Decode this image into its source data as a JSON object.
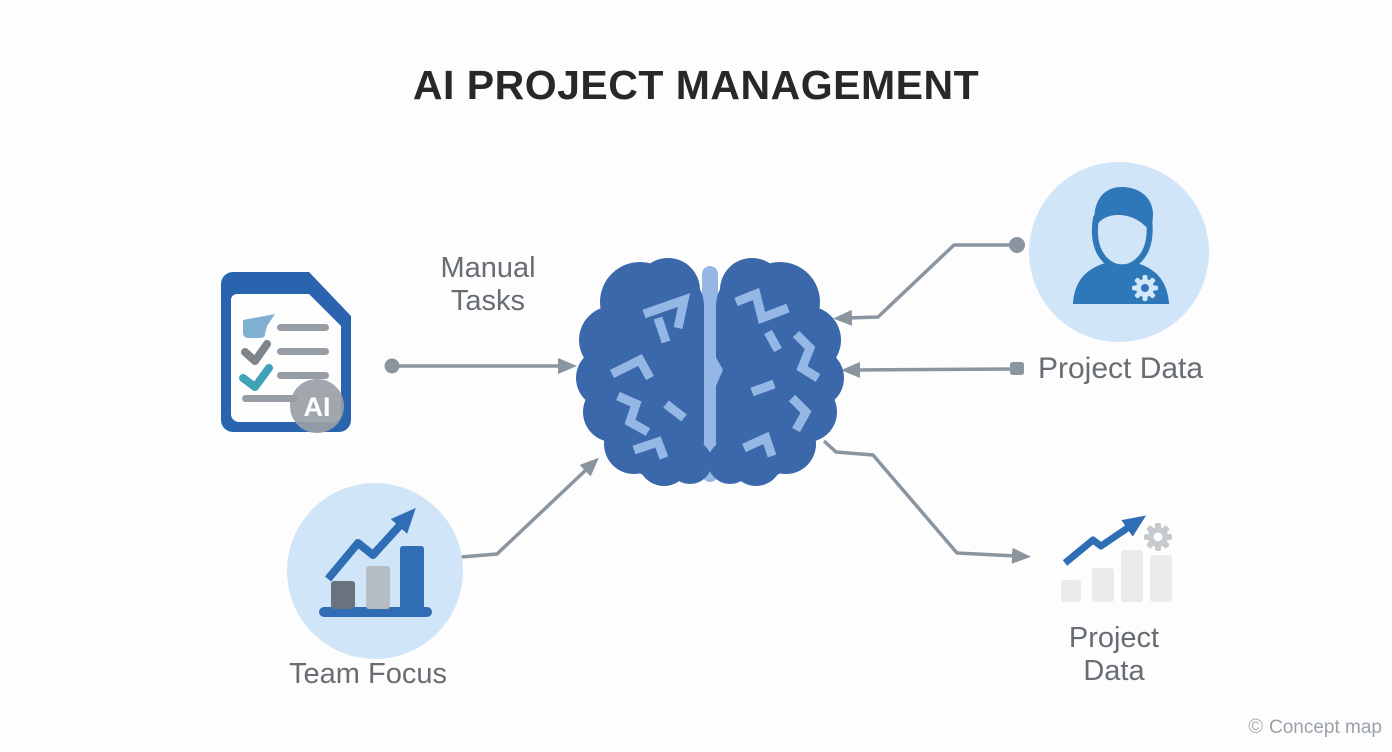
{
  "title": "AI PROJECT MANAGEMENT",
  "nodes": {
    "manual_tasks": {
      "lines": [
        "Manual",
        "Tasks"
      ],
      "icon": "checklist-document-icon",
      "badge": "AI"
    },
    "ai_brain": {
      "icon": "brain-icon"
    },
    "team_focus": {
      "label": "Team Focus",
      "icon": "growth-bar-chart-icon"
    },
    "team_member": {
      "icon": "person-gear-icon"
    },
    "project_data_right": {
      "label": "Project Data"
    },
    "project_data_bottom": {
      "lines": [
        "Project",
        "Data"
      ],
      "icon": "analytics-chart-gear-icon"
    }
  },
  "watermark": {
    "icon_glyph": "©",
    "label": "Concept map"
  },
  "colors": {
    "background": "#fdfdfd",
    "title_text": "#26282a",
    "label_gray": "#676d73",
    "brain_fill": "#3b67ab",
    "brain_circuit": "#94b7e6",
    "node_circle_bg": "#d0e5f7",
    "person_blue": "#2e77b8",
    "accent_blue": "#2f6eb5",
    "doc_border_blue": "#2a64ae",
    "check_teal": "#3fa3b8",
    "check_gray": "#7d848b",
    "arrow_gray": "#8a95a0",
    "bar_dark_gray": "#68737f",
    "bar_light_gray": "#b6bdc4",
    "bar_faint_gray": "#e9ebed",
    "watermark_gray": "#9aa1a9"
  }
}
